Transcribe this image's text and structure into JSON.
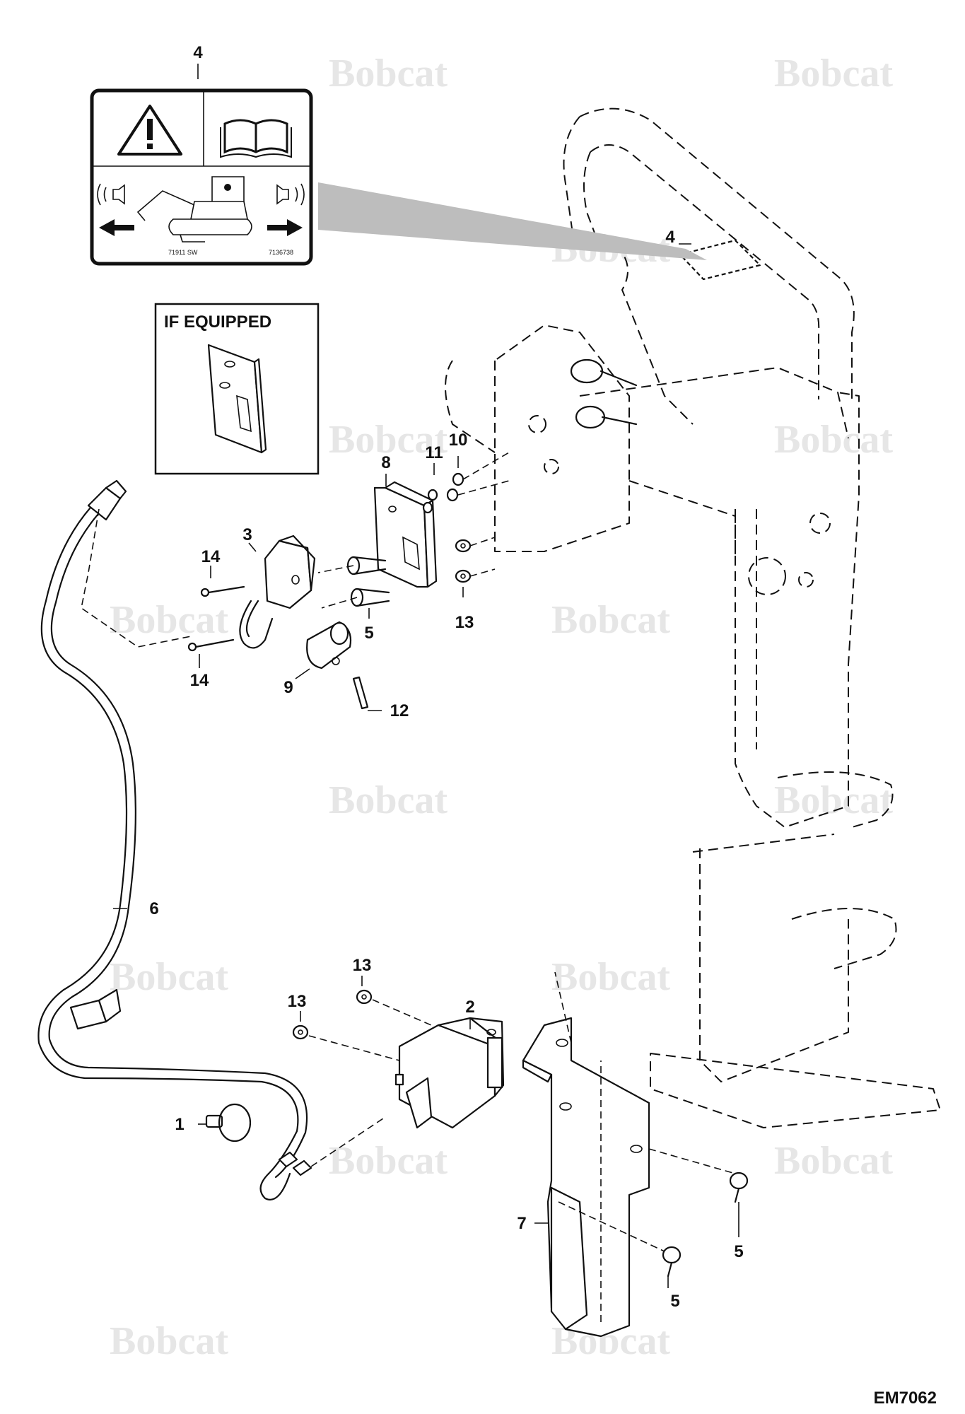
{
  "brand": {
    "watermark": "Bobcat",
    "watermark_color": "#e6e6e6",
    "line_color": "#111111"
  },
  "diagram_code": "EM7062",
  "inset": {
    "label": "IF EQUIPPED"
  },
  "decal": {
    "code_left": "71911 SW",
    "code_right": "7136738"
  },
  "callouts": [
    {
      "id": "c1",
      "text": "1"
    },
    {
      "id": "c2",
      "text": "2"
    },
    {
      "id": "c3",
      "text": "3"
    },
    {
      "id": "c4a",
      "text": "4"
    },
    {
      "id": "c4b",
      "text": "4"
    },
    {
      "id": "c5a",
      "text": "5"
    },
    {
      "id": "c5b",
      "text": "5"
    },
    {
      "id": "c5c",
      "text": "5"
    },
    {
      "id": "c6",
      "text": "6"
    },
    {
      "id": "c7",
      "text": "7"
    },
    {
      "id": "c8",
      "text": "8"
    },
    {
      "id": "c9",
      "text": "9"
    },
    {
      "id": "c10",
      "text": "10"
    },
    {
      "id": "c11",
      "text": "11"
    },
    {
      "id": "c12",
      "text": "12"
    },
    {
      "id": "c13a",
      "text": "13"
    },
    {
      "id": "c13b",
      "text": "13"
    },
    {
      "id": "c13c",
      "text": "13"
    },
    {
      "id": "c14a",
      "text": "14"
    },
    {
      "id": "c14b",
      "text": "14"
    }
  ]
}
